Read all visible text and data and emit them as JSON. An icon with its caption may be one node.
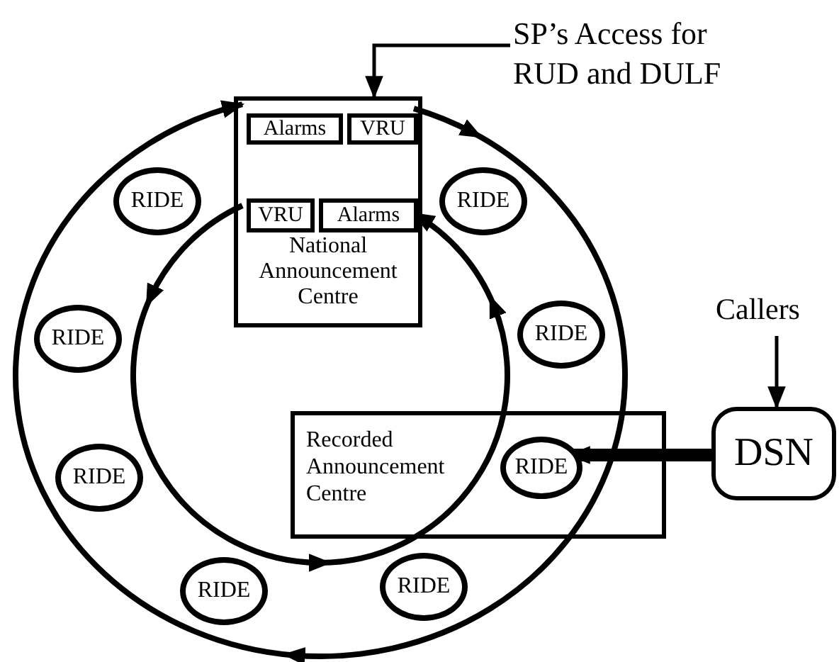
{
  "diagram": {
    "nodes": [
      {
        "text": [
          "National Announcement Centre"
        ]
      },
      {
        "text": [
          "Alarms"
        ],
        "in": 0
      },
      {
        "text": [
          "VRU"
        ],
        "in": 0
      },
      {
        "text": [
          "VRU"
        ],
        "in": 0
      },
      {
        "text": [
          "Alarms"
        ],
        "in": 0
      },
      {
        "text": [
          "Recorded Announcement Centre"
        ]
      },
      {
        "text": [
          "DSN"
        ]
      },
      {
        "text": [
          "Callers"
        ]
      },
      {
        "text": [
          "SP’s Access for RUD and DULF"
        ]
      },
      {
        "text": [
          "RIDE"
        ]
      },
      {
        "text": [
          "RIDE"
        ]
      },
      {
        "text": [
          "RIDE"
        ]
      },
      {
        "text": [
          "RIDE"
        ]
      },
      {
        "text": [
          "RIDE"
        ],
        "in": 5
      },
      {
        "text": [
          "RIDE"
        ]
      },
      {
        "text": [
          "RIDE"
        ]
      },
      {
        "text": [
          "RIDE"
        ]
      }
    ],
    "edges": [
      {
        "from": 8,
        "to": 0,
        "arrow": "to"
      },
      {
        "from": 7,
        "to": 6,
        "arrow": "to"
      },
      {
        "from": 6,
        "to": 13,
        "arrow": "to",
        "style": "thick"
      },
      {
        "from": 2,
        "to": 1,
        "arrow": "to"
      },
      {
        "from": 3,
        "to": 4,
        "arrow": "to"
      }
    ]
  }
}
